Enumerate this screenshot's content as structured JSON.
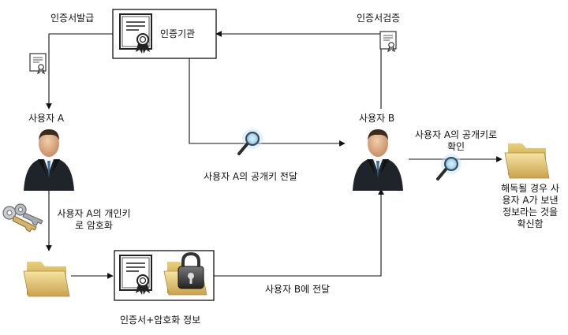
{
  "labels": {
    "issue": "인증서발급",
    "authority": "인증기관",
    "verify": "인증서검증",
    "user_a": "사용자 A",
    "user_b": "사용자 B",
    "pubkey_deliver": "사용자 A의 공개키 전달",
    "encrypt_line1": "사용자 A의 개인키",
    "encrypt_line2": "로 암호화",
    "confirm_line1": "사용자 A의 공개키로",
    "confirm_line2": "확인",
    "result_line1": "해독될 경우 사",
    "result_line2": "용자 A가 보낸",
    "result_line3": "정보라는 것을",
    "result_line4": "확신함",
    "deliver_b": "사용자 B에 전달",
    "cert_info": "인증서+암호화 정보"
  }
}
